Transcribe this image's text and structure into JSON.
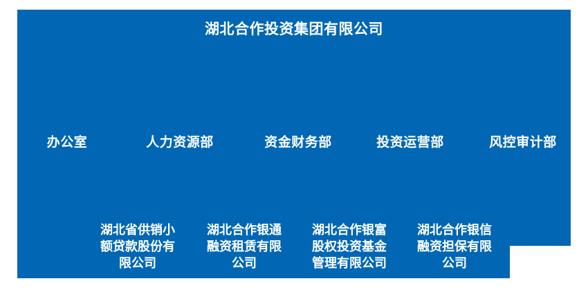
{
  "colors": {
    "page_background": "#ffffff",
    "board_background": "#0167b4",
    "text": "#ffffff"
  },
  "org_chart": {
    "root": {
      "name": "湖北合作投资集团有限公司"
    },
    "departments": [
      {
        "name": "办公室"
      },
      {
        "name": "人力资源部"
      },
      {
        "name": "资金财务部"
      },
      {
        "name": "投资运营部"
      },
      {
        "name": "风控审计部"
      }
    ],
    "subsidiaries": [
      {
        "name": "湖北省供销小额贷款股份有限公司",
        "display": "湖北省供销小\n额贷款股份有\n限公司"
      },
      {
        "name": "湖北合作银通融资租赁有限公司",
        "display": "湖北合作银通\n融资租赁有限\n公司"
      },
      {
        "name": "湖北合作银富股权投资基金管理有限公司",
        "display": "湖北合作银富\n股权投资基金\n管理有限公司"
      },
      {
        "name": "湖北合作银信融资担保有限公司",
        "display": "湖北合作银信\n融资担保有限\n公司"
      }
    ]
  }
}
